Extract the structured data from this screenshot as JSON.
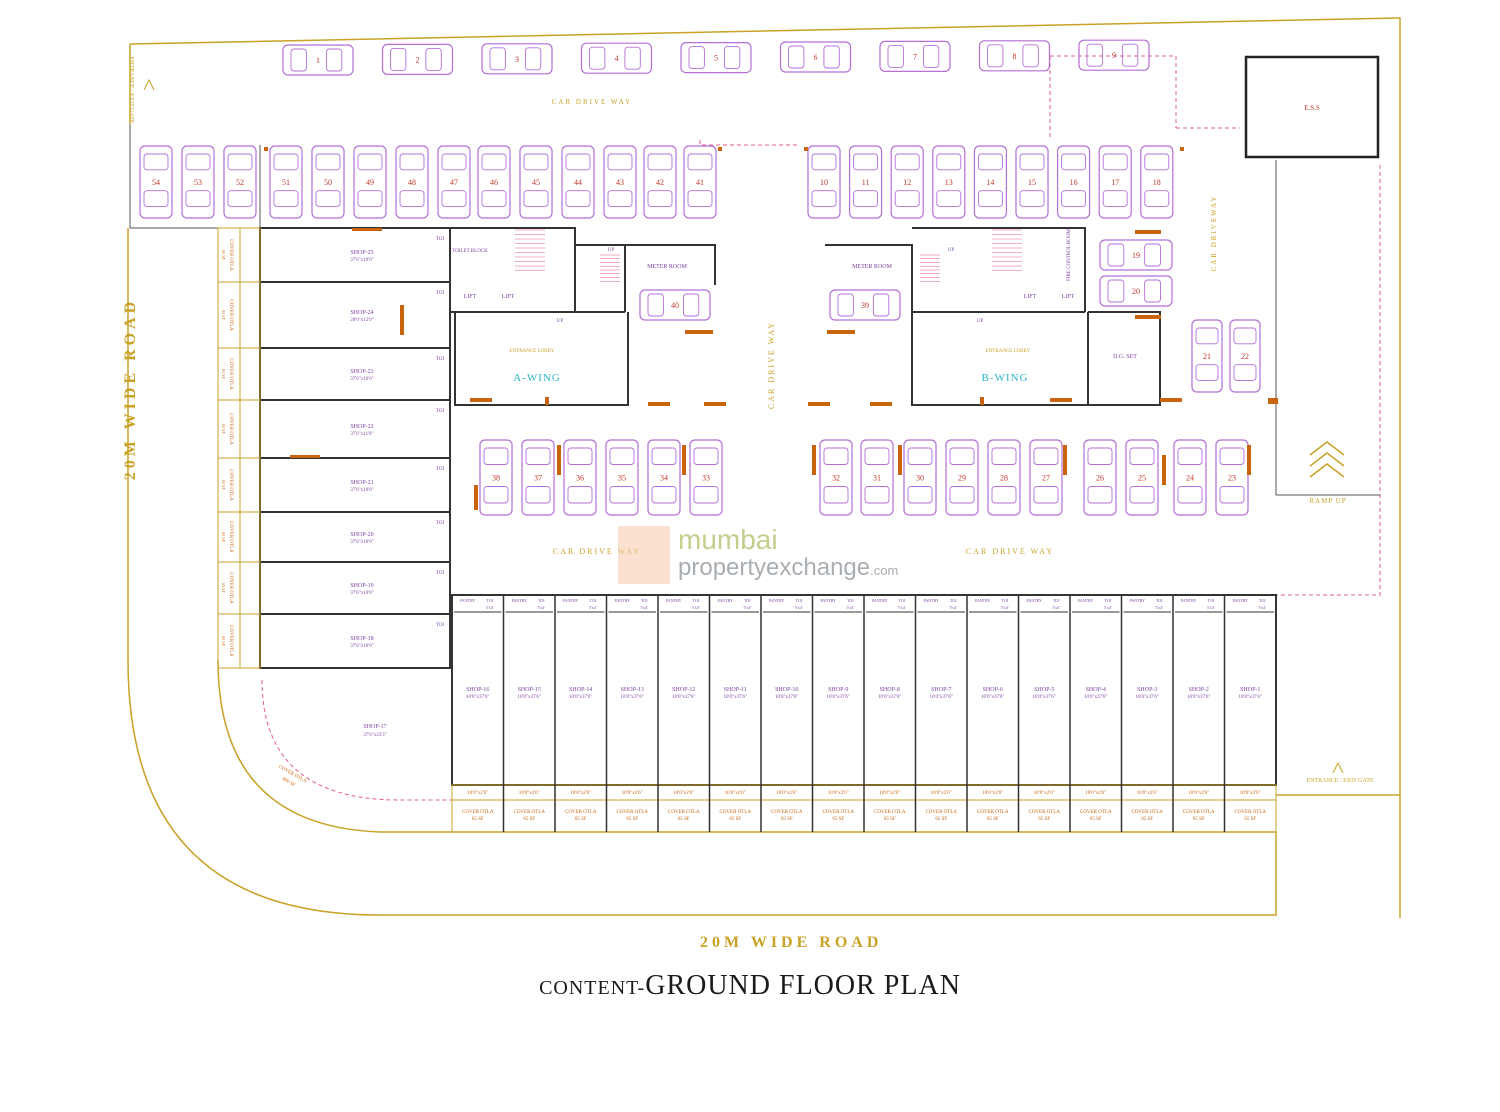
{
  "title": {
    "prefix": "CONTENT-",
    "main": "GROUND FLOOR PLAN"
  },
  "roads": {
    "left": "20M WIDE ROAD",
    "bottom": "20M WIDE ROAD"
  },
  "watermark": {
    "line1": "mumbai",
    "line2": "propertyexchange",
    "suffix": ".com"
  },
  "labels": {
    "entrance_top": "ENTRANCE / EXIT GATE",
    "entrance_bottom": "ENTRANCE / EXIT GATE",
    "car_drive_way": "CAR DRIVE WAY",
    "car_driveway_right": "CAR DRIVEWAY",
    "ess": "E.S.S",
    "ramp": "RAMP UP",
    "dg_set": "D.G. SET",
    "meter_room": "METER ROOM",
    "lift": "LIFT",
    "up": "UP",
    "toilet_block": "TOILET BLOCK",
    "fire_control": "FIRE CONTROL ROOM",
    "entrance_lobby": "ENTRANCE LOBBY",
    "a_wing": "A-WING",
    "b_wing": "B-WING",
    "cover_otla": "COVER OTLA",
    "otla_area": "65 SF",
    "pantry": "PANTRY",
    "toi": "TOI",
    "toi_size": "5'x4'",
    "otla_front": "10'0\"x2'6\""
  },
  "parking": {
    "top_row": [
      "1",
      "2",
      "3",
      "4",
      "5",
      "6",
      "7",
      "8",
      "9"
    ],
    "row2_left": [
      "54",
      "53",
      "52",
      "51",
      "50",
      "49",
      "48",
      "47",
      "46",
      "45",
      "44",
      "43",
      "42",
      "41"
    ],
    "row2_right": [
      "10",
      "11",
      "12",
      "13",
      "14",
      "15",
      "16",
      "17",
      "18"
    ],
    "right_side": [
      "19",
      "20",
      "21",
      "22"
    ],
    "center": [
      "40",
      "39"
    ],
    "row3_left": [
      "38",
      "37",
      "36",
      "35",
      "34",
      "33"
    ],
    "row3_right": [
      "32",
      "31",
      "30",
      "29",
      "28",
      "27",
      "26",
      "25",
      "24",
      "23"
    ]
  },
  "left_shops": [
    {
      "name": "SHOP-25",
      "size": "37'6\"x10'0\""
    },
    {
      "name": "SHOP-24",
      "size": "28'0\"x12'9\""
    },
    {
      "name": "SHOP-23",
      "size": "37'6\"x10'0\""
    },
    {
      "name": "SHOP-22",
      "size": "37'6\"x11'0\""
    },
    {
      "name": "SHOP-21",
      "size": "37'6\"x10'0\""
    },
    {
      "name": "SHOP-20",
      "size": "37'6\"x10'0\""
    },
    {
      "name": "SHOP-19",
      "size": "37'6\"x10'0\""
    },
    {
      "name": "SHOP-18",
      "size": "37'6\"x10'0\""
    }
  ],
  "shop17": {
    "name": "SHOP-17",
    "size": "37'6\"x23'3\"",
    "otla": "COVER OTLA",
    "otla_area": "400 SF"
  },
  "bottom_shops": [
    {
      "name": "SHOP-16",
      "size": "10'0\"x37'6\""
    },
    {
      "name": "SHOP-15",
      "size": "10'0\"x37'6\""
    },
    {
      "name": "SHOP-14",
      "size": "10'0\"x37'6\""
    },
    {
      "name": "SHOP-13",
      "size": "10'0\"x37'6\""
    },
    {
      "name": "SHOP-12",
      "size": "10'0\"x37'6\""
    },
    {
      "name": "SHOP-11",
      "size": "10'0\"x37'6\""
    },
    {
      "name": "SHOP-10",
      "size": "10'0\"x37'6\""
    },
    {
      "name": "SHOP-9",
      "size": "10'0\"x37'6\""
    },
    {
      "name": "SHOP-8",
      "size": "10'0\"x37'6\""
    },
    {
      "name": "SHOP-7",
      "size": "10'0\"x37'6\""
    },
    {
      "name": "SHOP-6",
      "size": "10'0\"x37'6\""
    },
    {
      "name": "SHOP-5",
      "size": "10'0\"x37'6\""
    },
    {
      "name": "SHOP-4",
      "size": "10'0\"x37'6\""
    },
    {
      "name": "SHOP-3",
      "size": "10'0\"x37'6\""
    },
    {
      "name": "SHOP-2",
      "size": "10'0\"x37'6\""
    },
    {
      "name": "SHOP-1",
      "size": "10'0\"x37'6\""
    }
  ],
  "colors": {
    "boundary": "#c9a227",
    "wall": "#333333",
    "car": "#b56fd6",
    "car_number": "#c0392b",
    "orange": "#c8650c",
    "teal": "#2bb5c8",
    "purple_text": "#7b3fa0",
    "pink_dash": "#e35d8c"
  }
}
